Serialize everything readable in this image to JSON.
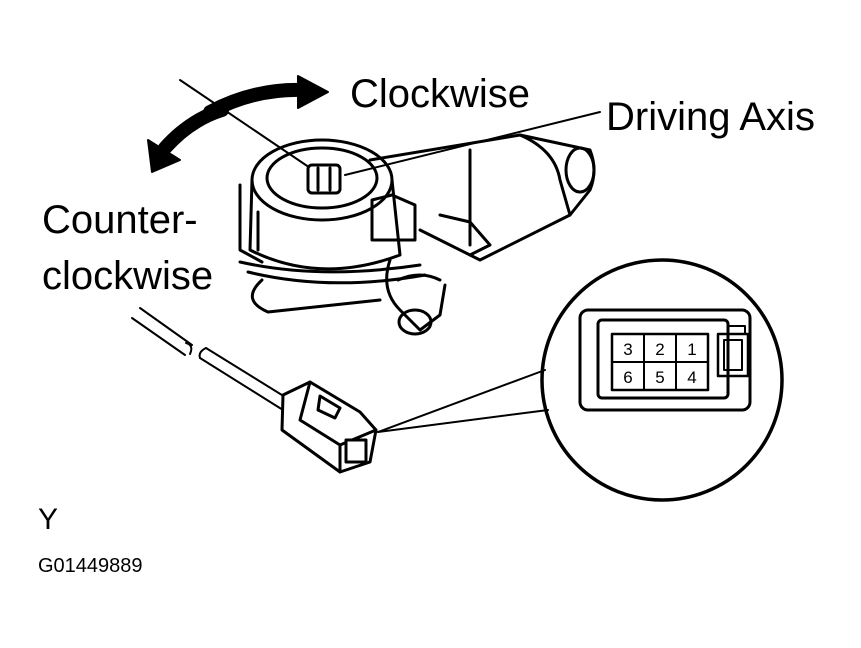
{
  "labels": {
    "clockwise": "Clockwise",
    "driving_axis": "Driving Axis",
    "counter_line1": "Counter-",
    "counter_line2": "clockwise",
    "view_letter": "Y",
    "figure_code": "G01449889"
  },
  "connector_pins": {
    "top_row": [
      "3",
      "2",
      "1"
    ],
    "bottom_row": [
      "6",
      "5",
      "4"
    ]
  },
  "colors": {
    "ink": "#000000",
    "paper": "#ffffff"
  }
}
